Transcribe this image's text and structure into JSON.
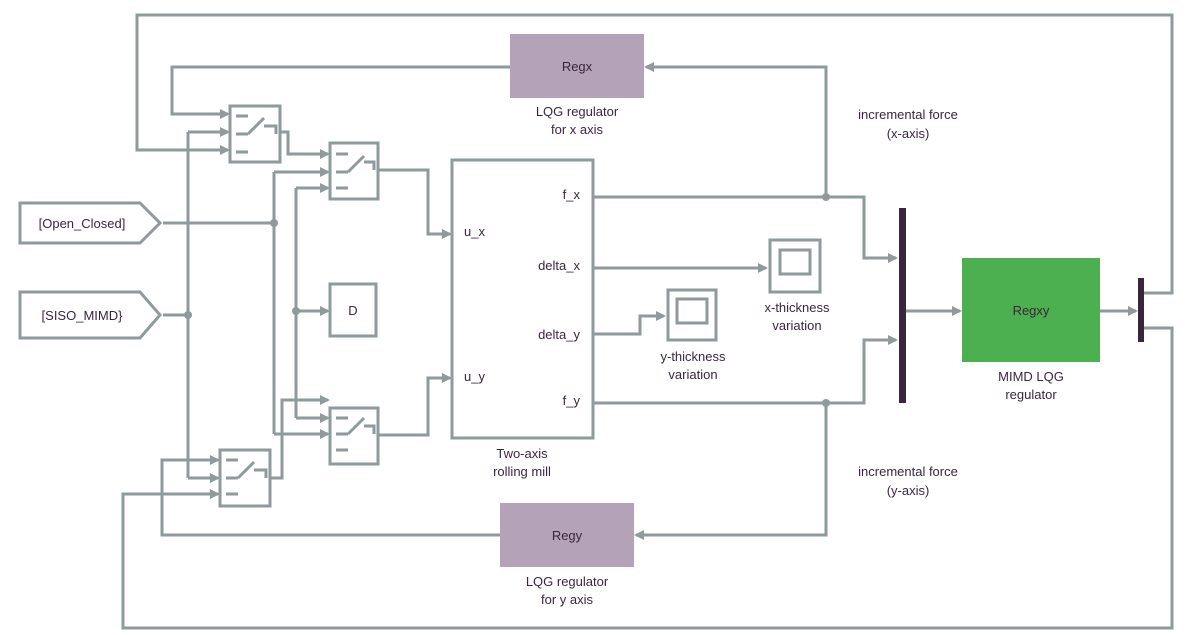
{
  "blocks": {
    "regx": {
      "label": "Regx",
      "caption": [
        "LQG regulator",
        "for x axis"
      ]
    },
    "regy": {
      "label": "Regy",
      "caption": [
        "LQG regulator",
        "for y axis"
      ]
    },
    "regxy": {
      "label": "Regxy",
      "caption": [
        "MIMD LQG",
        "regulator"
      ]
    },
    "mill": {
      "caption": [
        "Two-axis",
        "rolling mill"
      ],
      "inputs": [
        "u_x",
        "u_y"
      ],
      "outputs": [
        "f_x",
        "delta_x",
        "delta_y",
        "f_y"
      ]
    },
    "delay": {
      "label": "D"
    },
    "from_open_closed": {
      "label": "[Open_Closed]"
    },
    "from_siso_mimd": {
      "label": "[SISO_MIMD}"
    },
    "scope_x": {
      "caption": [
        "x-thickness",
        "variation"
      ]
    },
    "scope_y": {
      "caption": [
        "y-thickness",
        "variation"
      ]
    }
  },
  "annotations": {
    "force_x": [
      "incremental force",
      "(x-axis)"
    ],
    "force_y": [
      "incremental force",
      "(y-axis)"
    ]
  },
  "colors": {
    "wire": "#8e9a9c",
    "regulator_fill": "#b3a2b8",
    "mimd_fill": "#4caf50",
    "bus": "#3a2540",
    "text": "#3a2540"
  }
}
